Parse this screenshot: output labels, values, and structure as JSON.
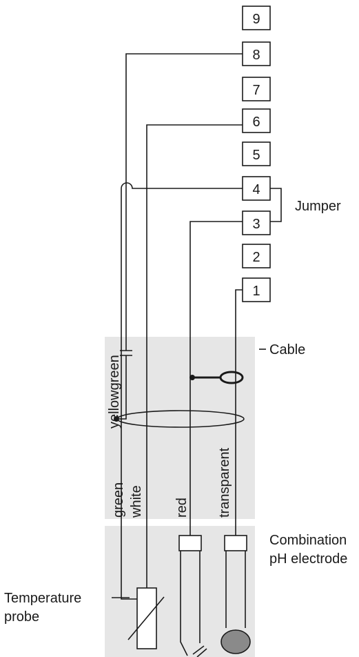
{
  "terminals": [
    "9",
    "8",
    "7",
    "6",
    "5",
    "4",
    "3",
    "2",
    "1"
  ],
  "labels": {
    "jumper": "Jumper",
    "cable": "Cable",
    "combination_line1": "Combination",
    "combination_line2": "pH electrode",
    "temperature_line1": "Temperature",
    "temperature_line2": "probe",
    "yellowgreen": "yellowgreen",
    "green": "green",
    "white": "white",
    "red": "red",
    "transparent": "transparent"
  },
  "colors": {
    "ink": "#1a1a1a",
    "region_fill": "#e6e6e6",
    "electrode_bulb": "#8a8a8a"
  }
}
